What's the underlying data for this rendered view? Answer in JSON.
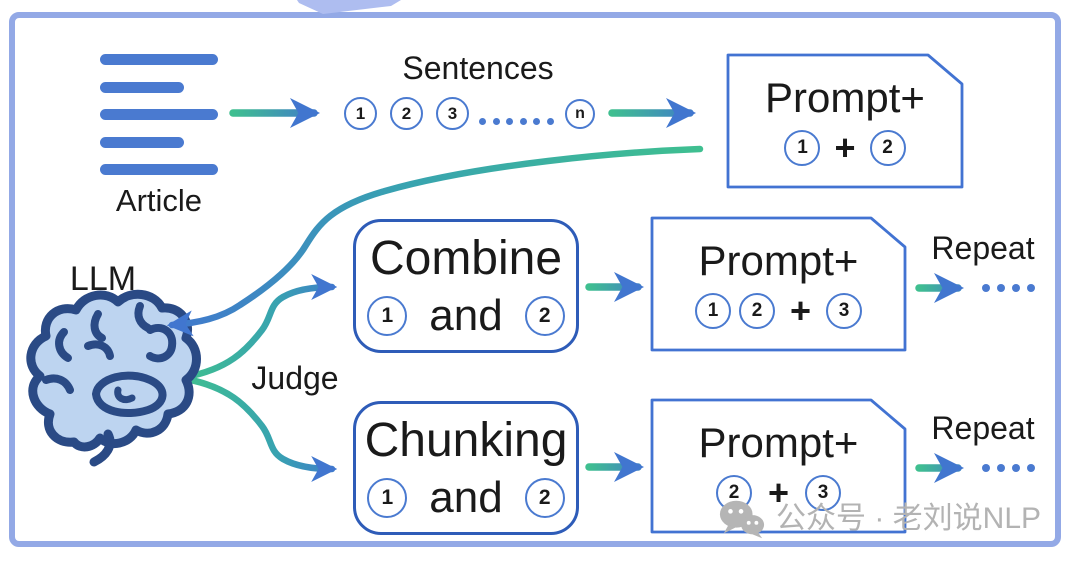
{
  "article": {
    "label": "Article"
  },
  "sentences": {
    "label": "Sentences",
    "circles": [
      "1",
      "2",
      "3"
    ],
    "last_circle": "n"
  },
  "llm": {
    "label": "LLM"
  },
  "judge": {
    "label": "Judge"
  },
  "combine_box": {
    "title": "Combine",
    "a": "1",
    "conj": "and",
    "b": "2"
  },
  "chunking_box": {
    "title": "Chunking",
    "a": "1",
    "conj": "and",
    "b": "2"
  },
  "prompt_top": {
    "title": "Prompt+",
    "a": "1",
    "op": "+",
    "b": "2"
  },
  "prompt_mid": {
    "title": "Prompt+",
    "a": "1",
    "b": "2",
    "op": "+",
    "c": "3"
  },
  "prompt_bot": {
    "title": "Prompt+",
    "a": "2",
    "op": "+",
    "b": "3"
  },
  "repeat_top": {
    "label": "Repeat"
  },
  "repeat_bot": {
    "label": "Repeat"
  },
  "watermark": {
    "text": "公众号 · 老刘说NLP"
  },
  "colors": {
    "frame": "#93a9e6",
    "accent_blue": "#4a7ad0",
    "box_border_dark": "#2e5cb8",
    "arrow_green": "#3fbf90",
    "arrow_blue": "#4176cf",
    "brain_outline": "#2a4a85",
    "brain_fill": "#bdd4f0",
    "watermark_gray": "#b3b3b3"
  }
}
